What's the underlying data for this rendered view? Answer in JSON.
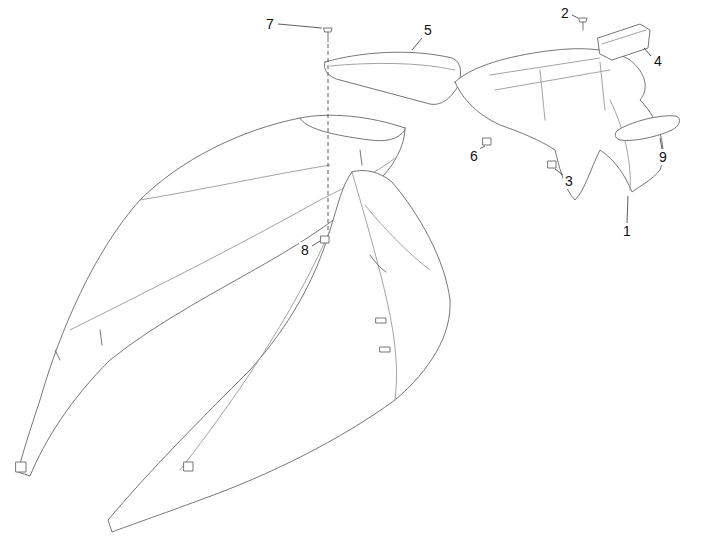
{
  "diagram": {
    "labels": [
      "7",
      "5",
      "2",
      "4",
      "6",
      "3",
      "9",
      "1",
      "8"
    ]
  }
}
